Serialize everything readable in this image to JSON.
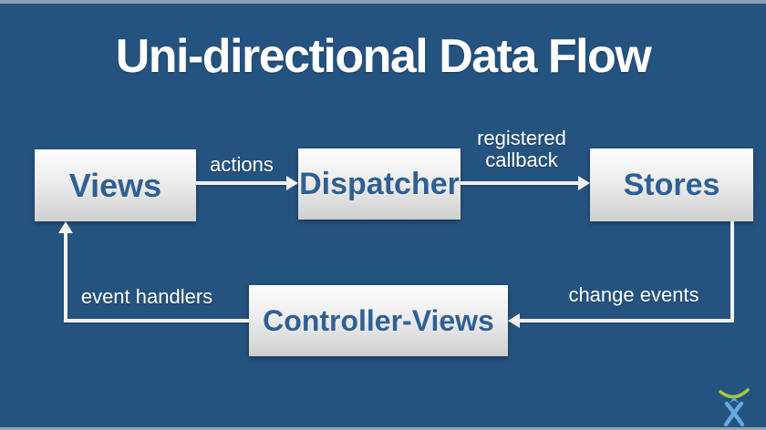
{
  "slide": {
    "title": "Uni-directional Data Flow",
    "background_color": "#25537F",
    "edge_strip_color": "#8E9DB1",
    "node_text_color": "#2E6094",
    "arrow_color": "#F1F1F1",
    "label_text_color": "#FFFFFF"
  },
  "nodes": [
    {
      "id": "views",
      "label": "Views"
    },
    {
      "id": "dispatcher",
      "label": "Dispatcher"
    },
    {
      "id": "stores",
      "label": "Stores"
    },
    {
      "id": "controller_views",
      "label": "Controller-Views"
    }
  ],
  "edges": [
    {
      "from": "views",
      "to": "dispatcher",
      "label": "actions"
    },
    {
      "from": "dispatcher",
      "to": "stores",
      "label": "registered callback"
    },
    {
      "from": "stores",
      "to": "controller_views",
      "label": "change events"
    },
    {
      "from": "controller_views",
      "to": "views",
      "label": "event handlers"
    }
  ],
  "logo": {
    "name": "atlassian-charlie-logo",
    "arc_color": "#A6C83E",
    "figure_color": "#64A9DF"
  }
}
